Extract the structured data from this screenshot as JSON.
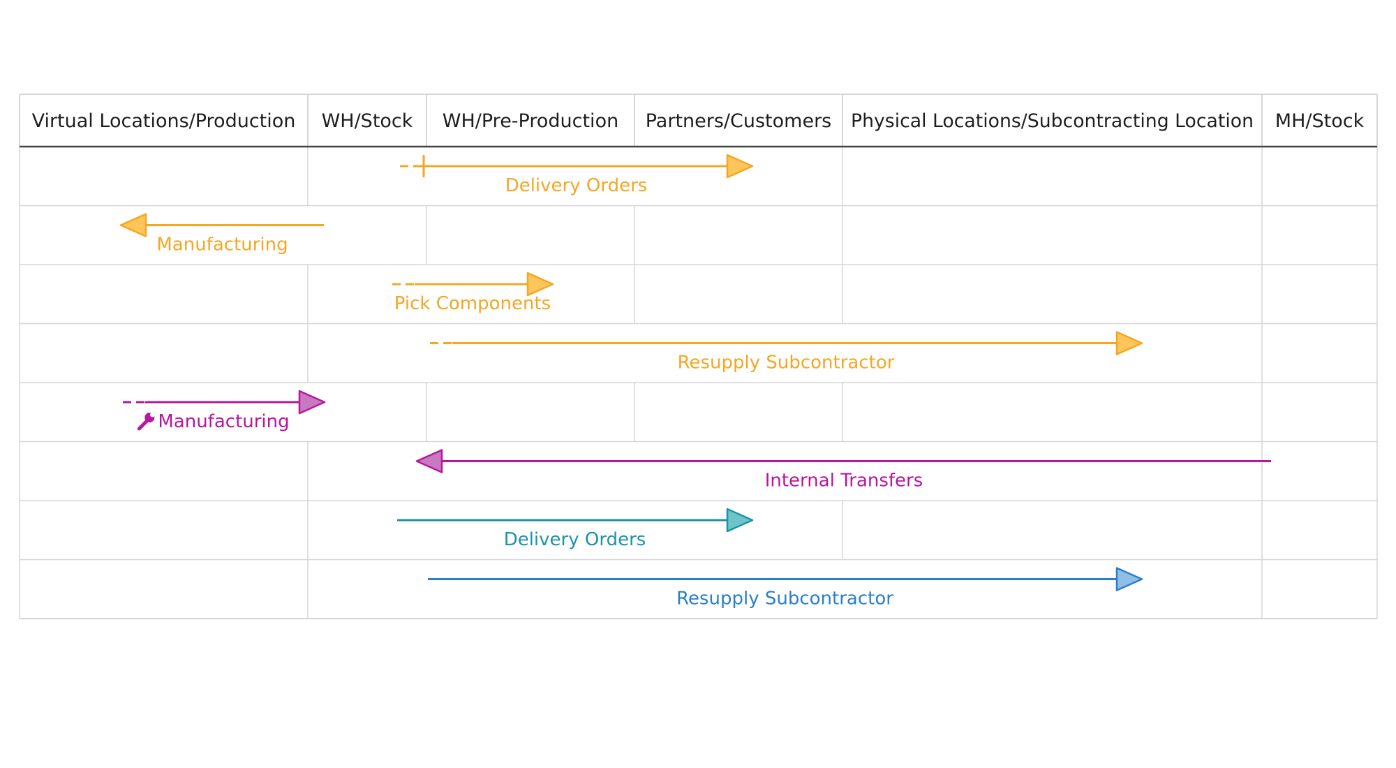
{
  "columns": [
    "Virtual Locations/Production",
    "WH/Stock",
    "WH/Pre-Production",
    "Partners/Customers",
    "Physical Locations/Subcontracting Location",
    "MH/Stock"
  ],
  "colors": {
    "orange": "#f5a623",
    "orange_fill": "#fdc55a",
    "purple": "#b5179e",
    "purple_fill": "#c77ac0",
    "teal": "#1b93a8",
    "teal_fill": "#6cc5c8",
    "blue": "#2a7fc9",
    "blue_fill": "#8fbfe6",
    "grid": "#d6d6d6",
    "header_rule": "#444444",
    "header_text": "#1e1e1e"
  },
  "flows": [
    {
      "label": "Delivery Orders",
      "color": "orange",
      "from": 1,
      "to": 3,
      "dashed_start": true,
      "tick": true
    },
    {
      "label": "Manufacturing",
      "color": "orange",
      "from": 1,
      "to": 0,
      "dashed_start": false,
      "tick": false
    },
    {
      "label": "Pick Components",
      "color": "orange",
      "from": 1,
      "to": 2,
      "dashed_start": true,
      "tick": false
    },
    {
      "label": "Resupply Subcontractor",
      "color": "orange",
      "from": 2,
      "to": 4,
      "dashed_start": true,
      "tick": false
    },
    {
      "label": "Manufacturing",
      "color": "purple",
      "from": 0,
      "to": 1,
      "dashed_start": true,
      "tick": false,
      "icon": "wrench-icon"
    },
    {
      "label": "Internal Transfers",
      "color": "purple",
      "from": 5,
      "to": 2,
      "dashed_start": false,
      "tick": false
    },
    {
      "label": "Delivery Orders",
      "color": "teal",
      "from": 1,
      "to": 3,
      "dashed_start": false,
      "tick": false
    },
    {
      "label": "Resupply Subcontractor",
      "color": "blue",
      "from": 2,
      "to": 4,
      "dashed_start": false,
      "tick": false
    }
  ]
}
